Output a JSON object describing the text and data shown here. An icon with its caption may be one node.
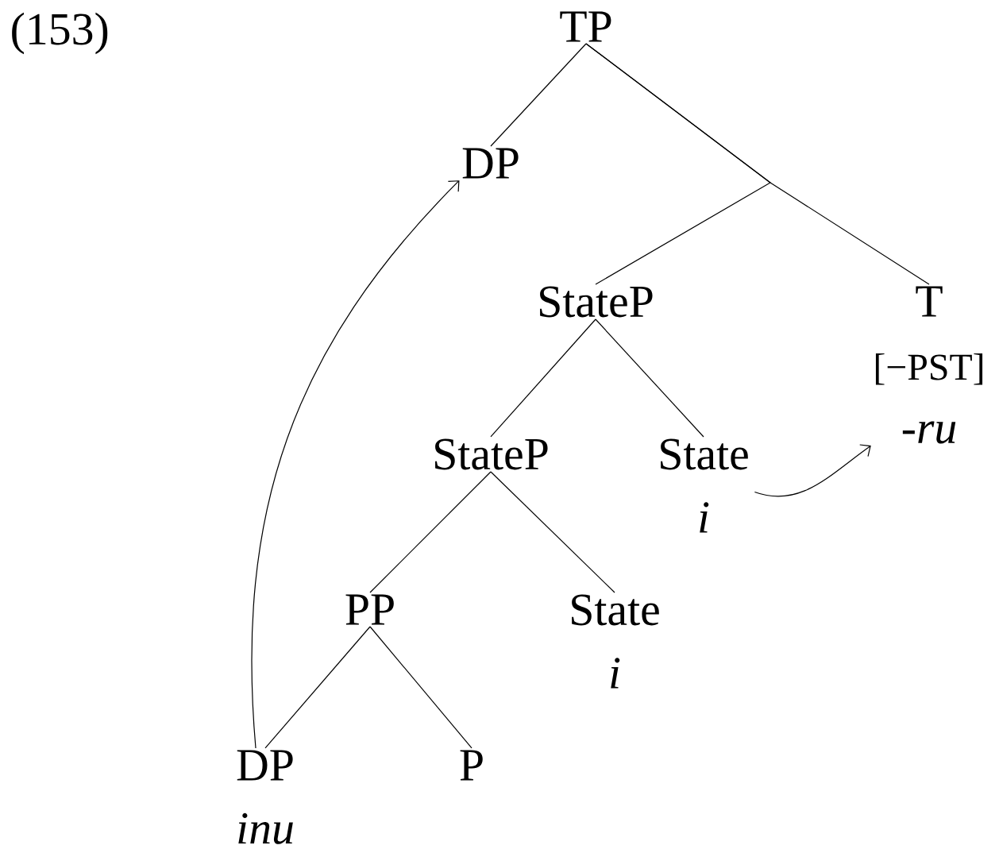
{
  "diagram": {
    "nodes": [
      {
        "text": [
          "TP"
        ]
      },
      {
        "text": [
          "DP"
        ]
      },
      {
        "text": [
          "StateP"
        ]
      },
      {
        "text": [
          "T",
          "[−PST]",
          "-*ru*"
        ]
      },
      {
        "text": [
          "StateP"
        ]
      },
      {
        "text": [
          "State",
          "i"
        ]
      },
      {
        "text": [
          "PP"
        ]
      },
      {
        "text": [
          "State",
          "i"
        ]
      },
      {
        "text": [
          "DP",
          "inu"
        ]
      },
      {
        "text": [
          "P"
        ]
      }
    ],
    "edges": [
      {
        "from": 0,
        "to": 1,
        "arrow": "none"
      },
      {
        "from": 0,
        "to": 2,
        "arrow": "none"
      },
      {
        "from": 0,
        "to": 3,
        "arrow": "none"
      },
      {
        "from": 2,
        "to": 4,
        "arrow": "none"
      },
      {
        "from": 2,
        "to": 5,
        "arrow": "none"
      },
      {
        "from": 4,
        "to": 6,
        "arrow": "none"
      },
      {
        "from": 4,
        "to": 7,
        "arrow": "none"
      },
      {
        "from": 6,
        "to": 8,
        "arrow": "none"
      },
      {
        "from": 6,
        "to": 9,
        "arrow": "none"
      },
      {
        "from": 8,
        "to": 1,
        "arrow": "to"
      },
      {
        "from": 5,
        "to": 3,
        "arrow": "to"
      }
    ],
    "labels": [
      "(153)"
    ]
  }
}
